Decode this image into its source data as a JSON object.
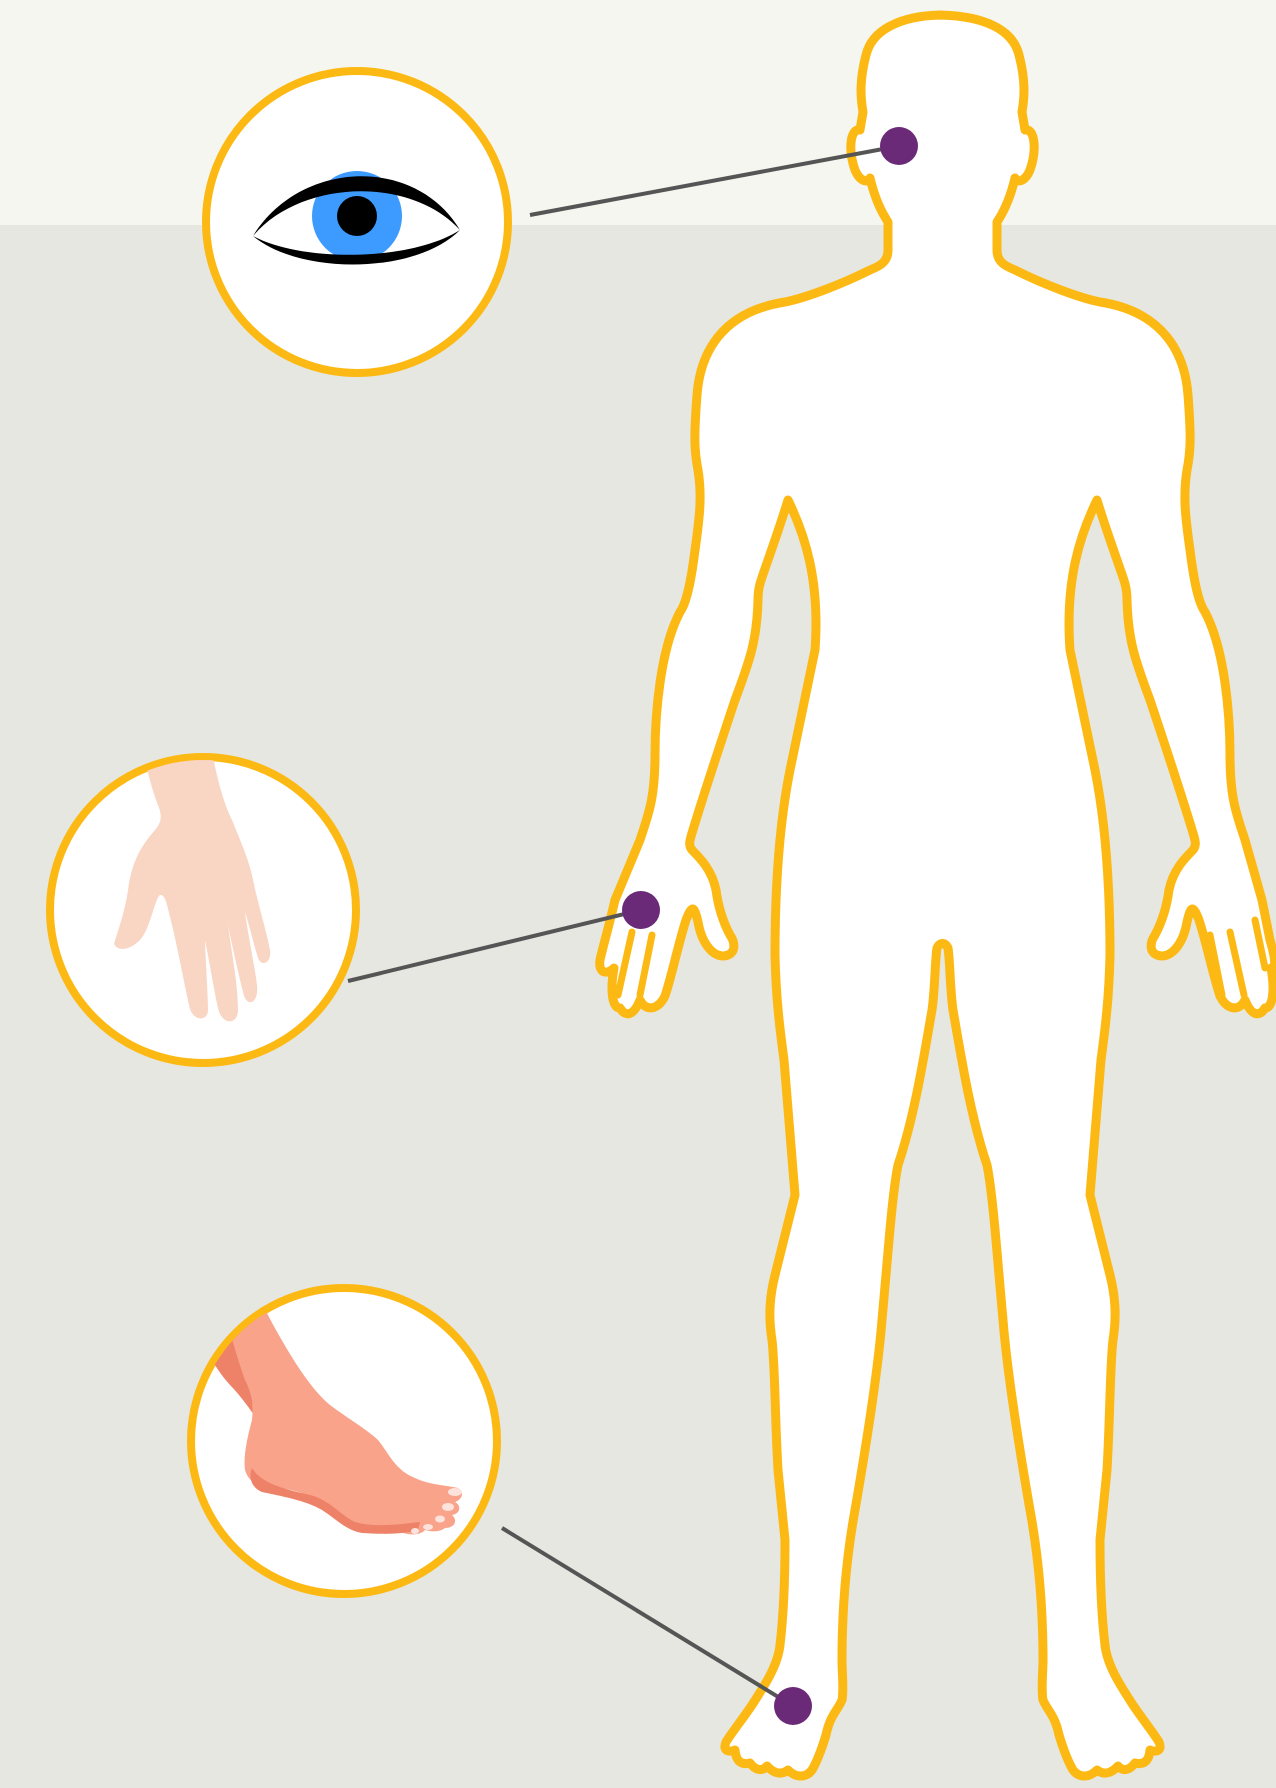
{
  "colors": {
    "background_top": "#f5f6f0",
    "background_main": "#e6e7e1",
    "outline": "#fdb913",
    "body_fill": "#ffffff",
    "marker": "#6b2a77",
    "leader_line": "#555555",
    "iris": "#3d9bff",
    "pupil": "#000000",
    "hand_skin": "#f9d5c4",
    "foot_skin": "#f8a38a",
    "foot_shadow": "#ee8268"
  },
  "diagram": {
    "title": "",
    "callouts": [
      {
        "name": "eye",
        "icon": "eye-icon"
      },
      {
        "name": "hand",
        "icon": "hand-icon"
      },
      {
        "name": "foot",
        "icon": "foot-icon"
      }
    ]
  }
}
